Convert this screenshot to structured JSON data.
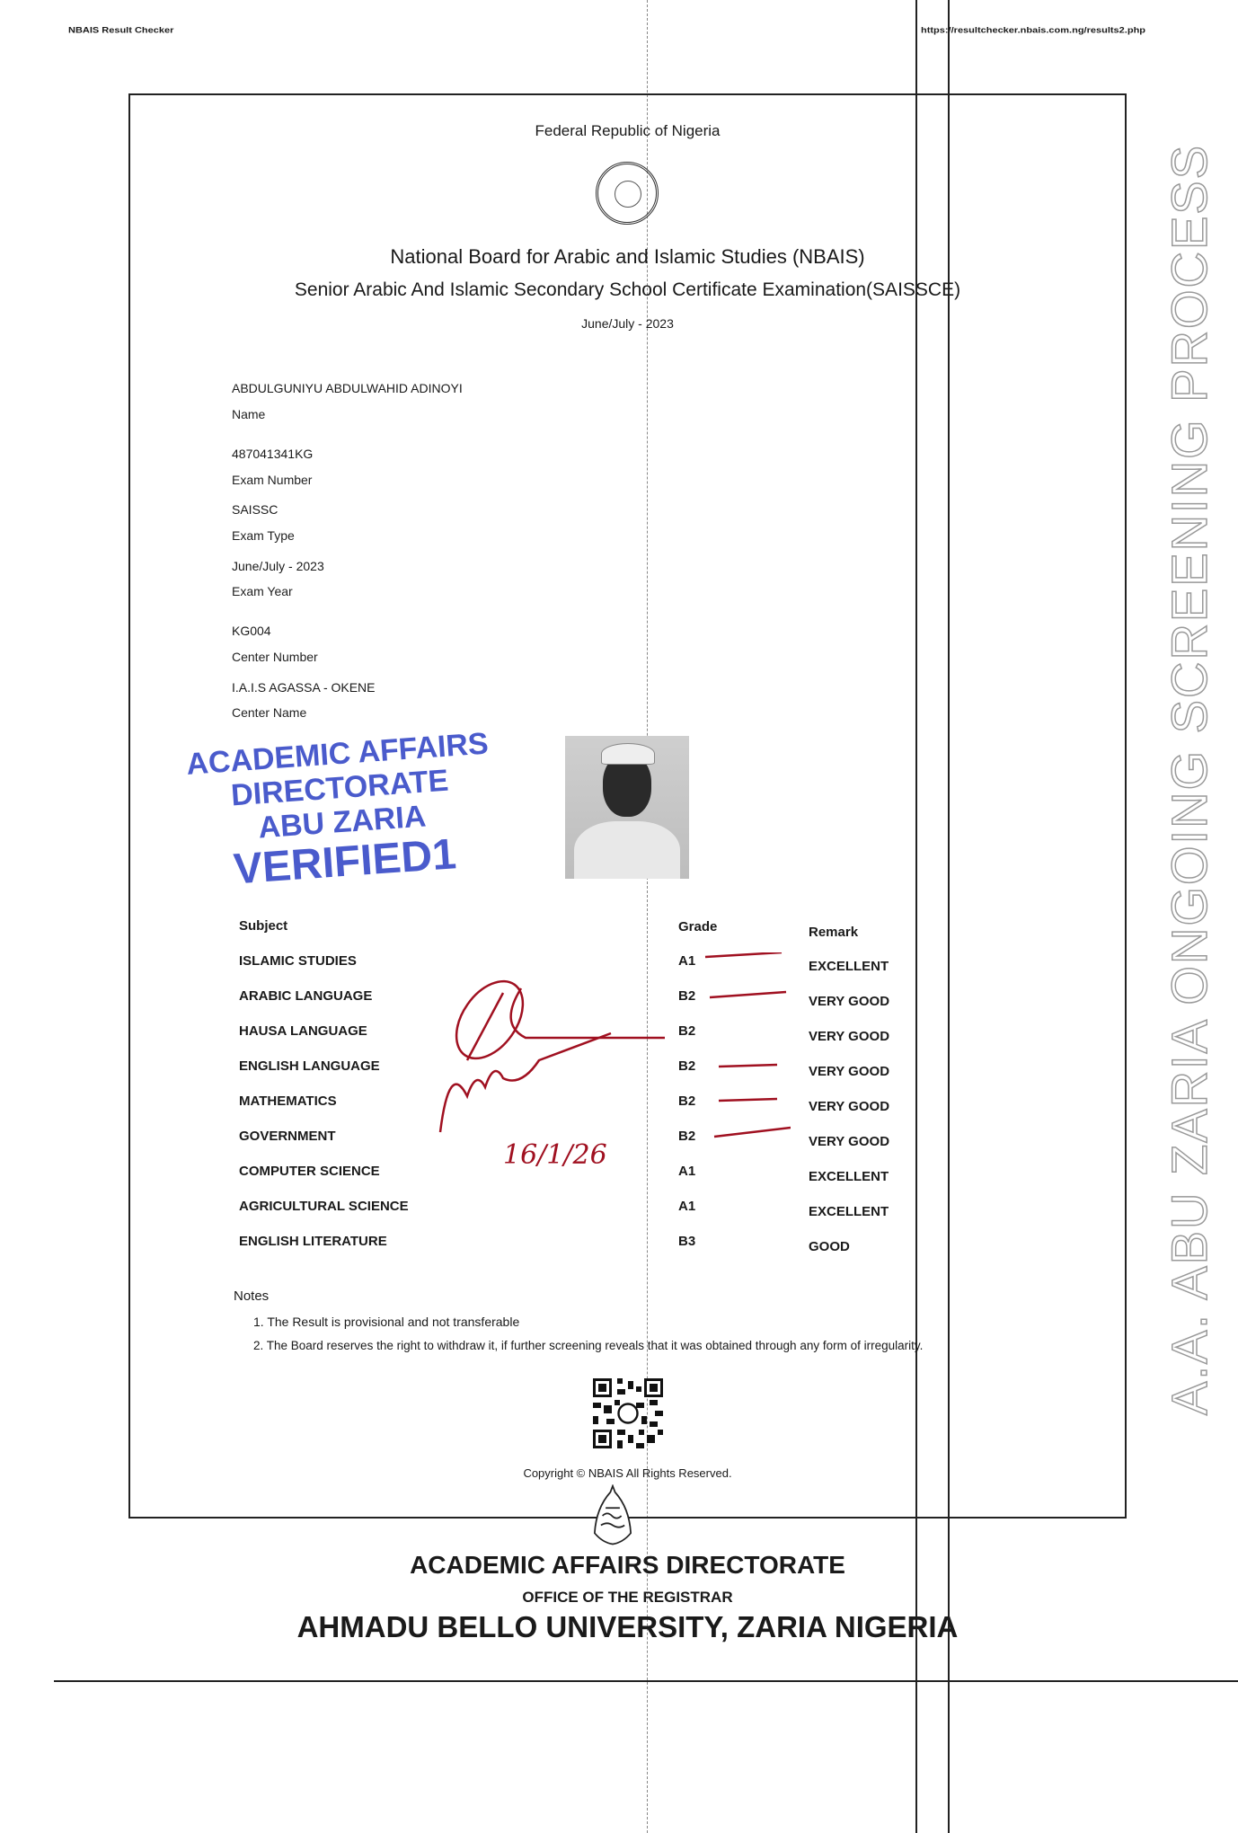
{
  "browser": {
    "page_title": "NBAIS Result Checker",
    "url": "https://resultchecker.nbais.com.ng/results2.php"
  },
  "header": {
    "country": "Federal Republic of Nigeria",
    "board": "National Board for Arabic and Islamic Studies (NBAIS)",
    "exam": "Senior Arabic And Islamic Secondary School Certificate Examination(SAISSCE)",
    "session": "June/July - 2023"
  },
  "candidate": {
    "fields": [
      {
        "value": "ABDULGUNIYU ABDULWAHID ADINOYI",
        "label": "Name"
      },
      {
        "value": "487041341KG",
        "label": "Exam Number"
      },
      {
        "value": "SAISSC",
        "label": "Exam Type"
      },
      {
        "value": "June/July - 2023",
        "label": "Exam Year"
      },
      {
        "value": "KG004",
        "label": "Center Number"
      },
      {
        "value": "I.A.I.S AGASSA - OKENE",
        "label": "Center Name"
      }
    ]
  },
  "results": {
    "headers": {
      "subject": "Subject",
      "grade": "Grade",
      "remark": "Remark"
    },
    "rows": [
      {
        "subject": "ISLAMIC STUDIES",
        "grade": "A1",
        "remark": "EXCELLENT"
      },
      {
        "subject": "ARABIC LANGUAGE",
        "grade": "B2",
        "remark": "VERY GOOD"
      },
      {
        "subject": "HAUSA LANGUAGE",
        "grade": "B2",
        "remark": "VERY GOOD"
      },
      {
        "subject": "ENGLISH LANGUAGE",
        "grade": "B2",
        "remark": "VERY GOOD"
      },
      {
        "subject": "MATHEMATICS",
        "grade": "B2",
        "remark": "VERY GOOD"
      },
      {
        "subject": "GOVERNMENT",
        "grade": "B2",
        "remark": "VERY GOOD"
      },
      {
        "subject": "COMPUTER SCIENCE",
        "grade": "A1",
        "remark": "EXCELLENT"
      },
      {
        "subject": "AGRICULTURAL SCIENCE",
        "grade": "A1",
        "remark": "EXCELLENT"
      },
      {
        "subject": "ENGLISH LITERATURE",
        "grade": "B3",
        "remark": "GOOD"
      }
    ]
  },
  "notes": {
    "title": "Notes",
    "items": [
      "1. The Result is provisional and not transferable",
      "2. The Board reserves the right to withdraw it, if further screening reveals that it was obtained through any form of irregularity."
    ]
  },
  "copyright": "Copyright © NBAIS All Rights Reserved.",
  "stamp": {
    "lines": [
      "ACADEMIC AFFAIRS",
      "DIRECTORATE",
      "ABU ZARIA",
      "VERIFIED1"
    ],
    "color": "#2b3fc4"
  },
  "signature": {
    "date": "16/1/26",
    "color": "#a01020"
  },
  "watermark": "A.A. ABU ZARIA ONGOING SCREENING PROCESS",
  "footer": {
    "directorate": "ACADEMIC AFFAIRS DIRECTORATE",
    "office": "OFFICE OF THE REGISTRAR",
    "university": "AHMADU BELLO UNIVERSITY, ZARIA NIGERIA"
  }
}
